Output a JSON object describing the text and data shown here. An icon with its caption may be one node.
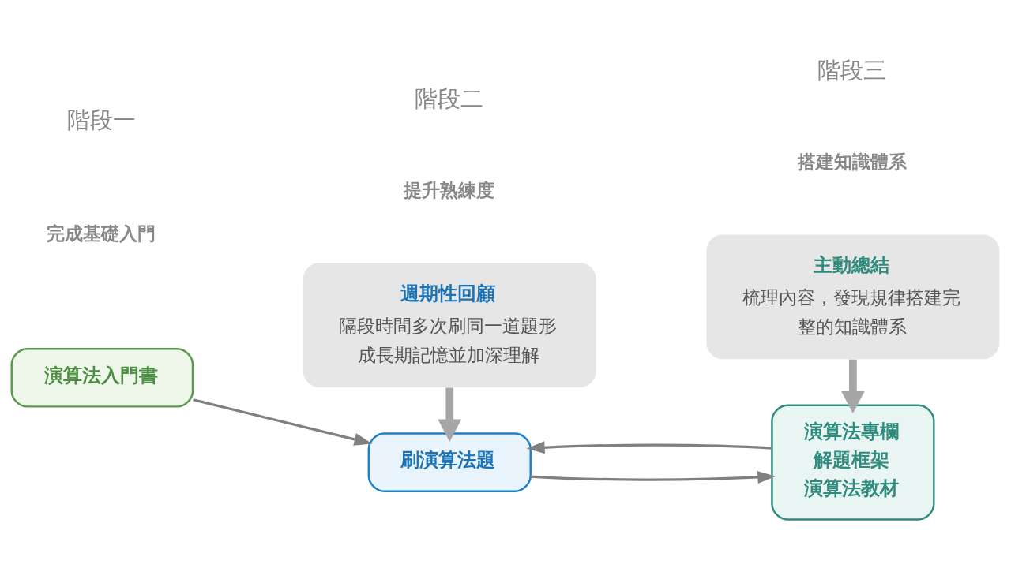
{
  "diagram": {
    "nodes": [
      {
        "text": [
          "演算法入門書"
        ]
      },
      {
        "text": [
          "刷演算法題"
        ]
      },
      {
        "text": [
          "演算法專欄",
          "解題框架",
          "演算法教材"
        ]
      },
      {
        "text": [
          "週期性回顧",
          "隔段時間多次刷同一道題形成長期記憶並加深理解"
        ]
      },
      {
        "text": [
          "主動總結",
          "梳理內容，發現規律搭建完整的知識體系"
        ]
      }
    ],
    "edges": [
      {
        "from": 0,
        "to": 1,
        "arrow": "to"
      },
      {
        "from": 1,
        "to": 2,
        "arrow": "to"
      },
      {
        "from": 2,
        "to": 1,
        "arrow": "to"
      },
      {
        "from": 3,
        "to": 1,
        "arrow": "to",
        "style": "thick",
        "color": "#a6a6a6"
      },
      {
        "from": 4,
        "to": 2,
        "arrow": "to",
        "style": "thick",
        "color": "#a6a6a6"
      }
    ],
    "labels": [
      "階段一",
      "完成基礎入門",
      "階段二",
      "提升熟練度",
      "階段三",
      "搭建知識體系"
    ]
  }
}
